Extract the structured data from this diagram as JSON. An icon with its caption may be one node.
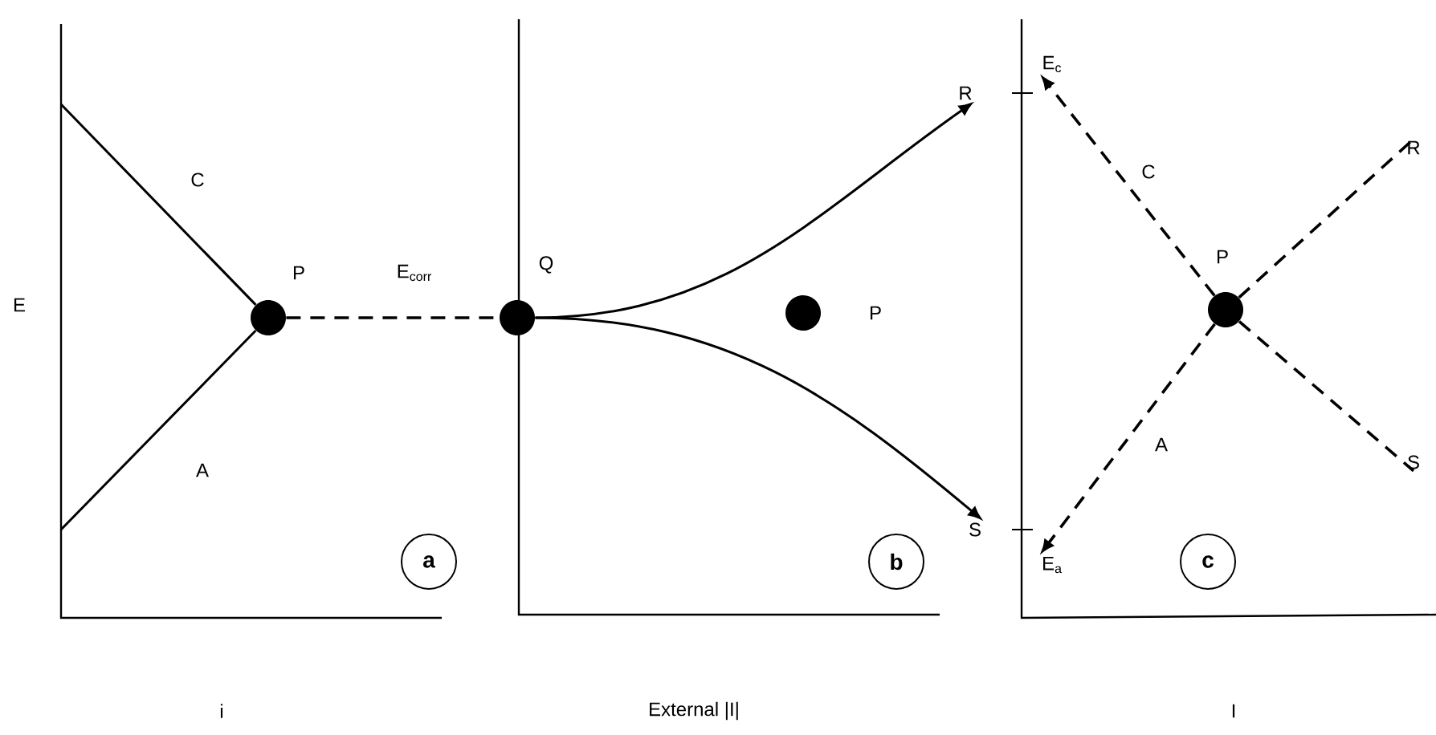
{
  "diagram": {
    "nodes": [
      {
        "text": [],
        "shape": "circle",
        "beside": [
          "P"
        ]
      },
      {
        "text": [
          "a"
        ]
      },
      {
        "text": [],
        "shape": "circle",
        "beside": [
          "Q"
        ]
      },
      {
        "text": [],
        "shape": "circle",
        "beside": [
          "P"
        ]
      },
      {
        "text": [
          "R"
        ]
      },
      {
        "text": [
          "S"
        ]
      },
      {
        "text": [
          "b"
        ]
      },
      {
        "text": [
          "E$_{c}$"
        ]
      },
      {
        "text": [
          "E$_{a}$"
        ]
      },
      {
        "text": [],
        "shape": "circle",
        "beside": [
          "P"
        ]
      },
      {
        "text": [
          "R"
        ]
      },
      {
        "text": [
          "S"
        ]
      },
      {
        "text": [
          "c"
        ]
      }
    ],
    "edges": [
      {
        "from": 0,
        "to": 2,
        "arrow": "none",
        "style": "dashed",
        "label": "E$_{corr}$"
      },
      {
        "from": null,
        "to": 0,
        "arrow": "none",
        "label": "C"
      },
      {
        "from": null,
        "to": 0,
        "arrow": "none",
        "label": "A"
      },
      {
        "from": 2,
        "to": 4,
        "arrow": "to"
      },
      {
        "from": 2,
        "to": 5,
        "arrow": "to"
      },
      {
        "from": 9,
        "to": 7,
        "arrow": "to",
        "style": "dashed",
        "label": "C"
      },
      {
        "from": 9,
        "to": 8,
        "arrow": "to",
        "style": "dashed",
        "label": "A"
      },
      {
        "from": 9,
        "to": 10,
        "arrow": "none",
        "style": "dashed"
      },
      {
        "from": 9,
        "to": 11,
        "arrow": "none",
        "style": "dashed"
      }
    ],
    "labels": [
      "E",
      "i",
      "External |I|",
      "I"
    ]
  }
}
